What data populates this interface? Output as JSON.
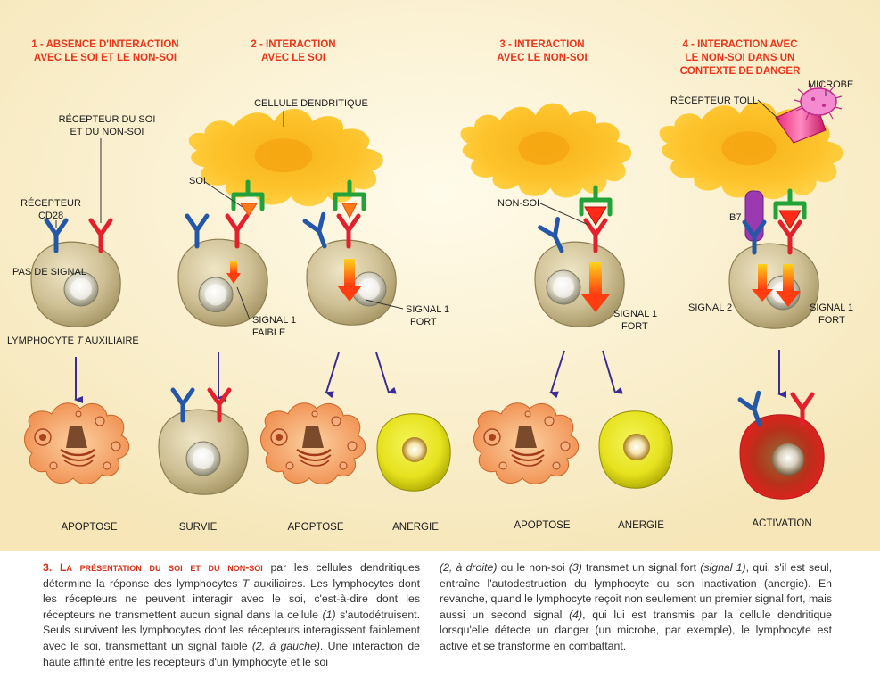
{
  "headings": [
    {
      "line1": "1 - ABSENCE D'INTERACTION",
      "line2": "AVEC LE SOI ET LE NON-SOI"
    },
    {
      "line1": "2 - INTERACTION",
      "line2": "AVEC LE SOI"
    },
    {
      "line1": "3 - INTERACTION",
      "line2": "AVEC LE NON-SOI"
    },
    {
      "line1": "4 - INTERACTION AVEC",
      "line2": "LE NON-SOI DANS UN",
      "line3": "CONTEXTE DE DANGER"
    }
  ],
  "labels": {
    "receptor_self_nonself_1": "RÉCEPTEUR DU SOI",
    "receptor_self_nonself_2": "ET DU NON-SOI",
    "receptor_cd28_1": "RÉCEPTEUR",
    "receptor_cd28_2": "CD28",
    "no_signal": "PAS DE SIGNAL",
    "lymphocyte": "LYMPHOCYTE T AUXILIAIRE",
    "dendritic_cell": "CELLULE DENDRITIQUE",
    "soi": "SOI",
    "signal1_weak_1": "SIGNAL 1",
    "signal1_weak_2": "FAIBLE",
    "signal1_strong_a_1": "SIGNAL 1",
    "signal1_strong_a_2": "FORT",
    "non_soi": "NON-SOI",
    "signal1_strong_b_1": "SIGNAL 1",
    "signal1_strong_b_2": "FORT",
    "toll_receptor": "RÉCEPTEUR TOLL",
    "microbe": "MICROBE",
    "b7": "B7",
    "signal2": "SIGNAL 2",
    "signal1_strong_c_1": "SIGNAL 1",
    "signal1_strong_c_2": "FORT"
  },
  "outcomes": [
    "APOPTOSE",
    "SURVIE",
    "APOPTOSE",
    "ANERGIE",
    "APOPTOSE",
    "ANERGIE",
    "ACTIVATION"
  ],
  "caption": {
    "number": "3.",
    "lead": "La présentation du soi et du non-soi",
    "p1": " par les cellules dendritiques détermine la réponse des lymphocytes ",
    "t": "T",
    "p2": " auxiliaires. Les lymphocytes dont les récepteurs ne peuvent interagir avec le soi, c'est-à-dire dont les récepteurs ne transmettent aucun signal dans la cellule ",
    "r1": "(1)",
    "p3": " s'autodétruisent. Seuls survivent les lymphocytes dont les récepteurs interagissent faiblement avec le soi, transmettant un signal faible ",
    "r2": "(2, à gauche)",
    "p4": ". Une interaction de haute affinité entre les récepteurs d'un lymphocyte et le soi ",
    "r3": "(2, à droite)",
    "p5": " ou le non-soi ",
    "r4": "(3)",
    "p6": " transmet un signal fort ",
    "r5": "(signal 1)",
    "p7": ", qui, s'il est seul, entraîne l'autodestruction du lymphocyte ou son inactivation (anergie). En revanche, quand le lymphocyte reçoit non seulement un premier signal fort, mais aussi un second signal ",
    "r6": "(4)",
    "p8": ", qui lui est transmis par la cellule dendritique lorsqu'elle détecte un danger (un microbe, par exemple), le lymphocyte est activé et se transforme en combattant."
  }
}
